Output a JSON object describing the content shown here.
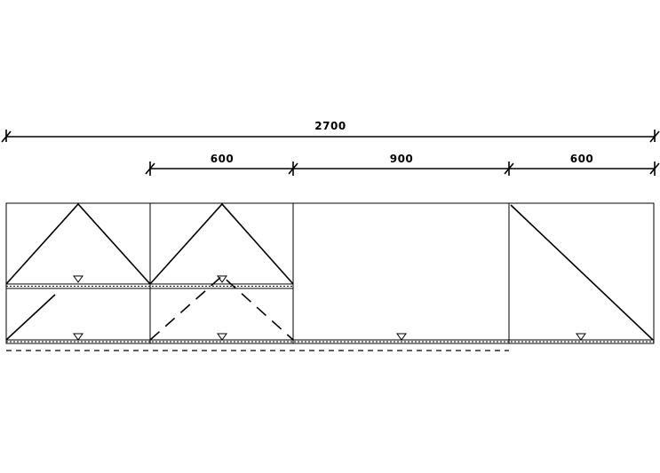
{
  "dimensions": {
    "overall": "2700",
    "segment_1": "600",
    "segment_2": "900",
    "segment_3": "600"
  }
}
